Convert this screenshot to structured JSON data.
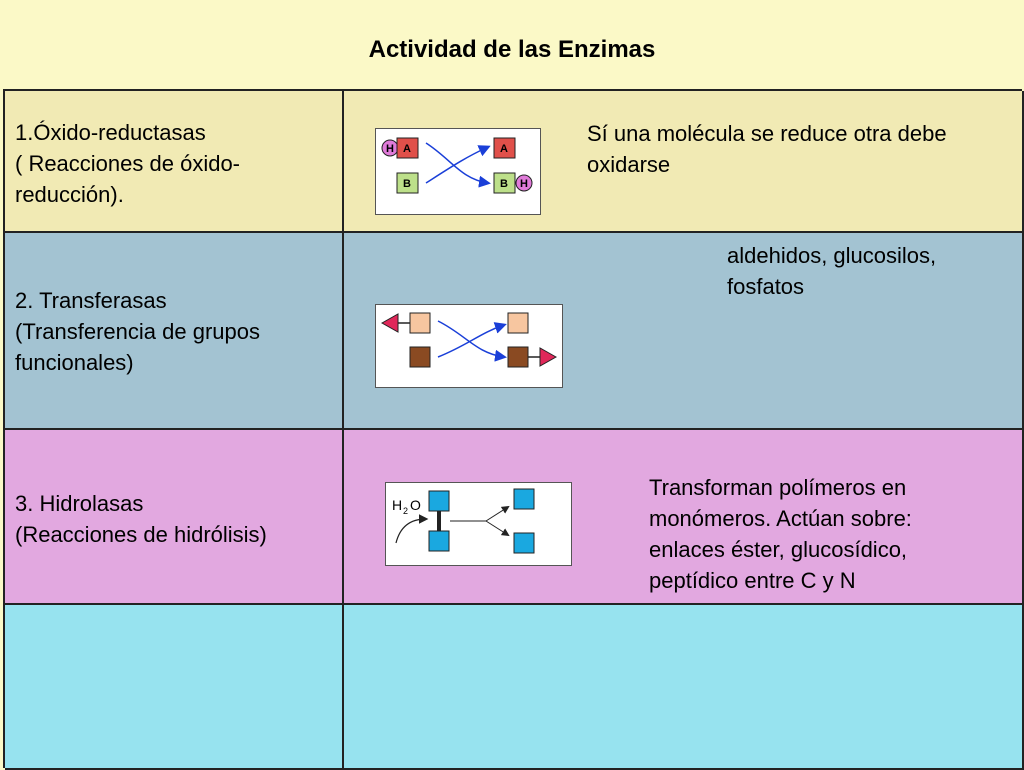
{
  "title": "Actividad de las Enzimas",
  "rows": [
    {
      "name": "1.Óxido-reductasas\n( Reacciones de óxido-\nreducción).",
      "description": "Sí una molécula se reduce otra debe\n oxidarse",
      "diagram_labels": {
        "a": "A",
        "b": "B",
        "h": "H"
      }
    },
    {
      "name": "2. Transferasas\n(Transferencia de grupos\nfuncionales)",
      "description": "aldehidos, glucosilos,\n        fosfatos"
    },
    {
      "name": "3. Hidrolasas\n(Reacciones de hidrólisis)",
      "description": "Transforman polímeros en\n monómeros. Actúan sobre:\n enlaces éster, glucosídico,\n peptídico entre C y N",
      "diagram_labels": {
        "water": "H",
        "water_sub": "2",
        "water_o": "O"
      }
    },
    {
      "name": "",
      "description": ""
    }
  ],
  "colors": {
    "row1": "#f1eab4",
    "row2": "#a3c3d2",
    "row3": "#e2a8e0",
    "row4": "#97e3ef",
    "arrow": "#1a3fd8",
    "box_a": "#e0504a",
    "box_b": "#bde08a",
    "h_circle": "#e07bd9",
    "peach": "#f7c6a0",
    "brown": "#8a4a22",
    "group": "#e0285a",
    "blue_box": "#1aa8e0"
  }
}
